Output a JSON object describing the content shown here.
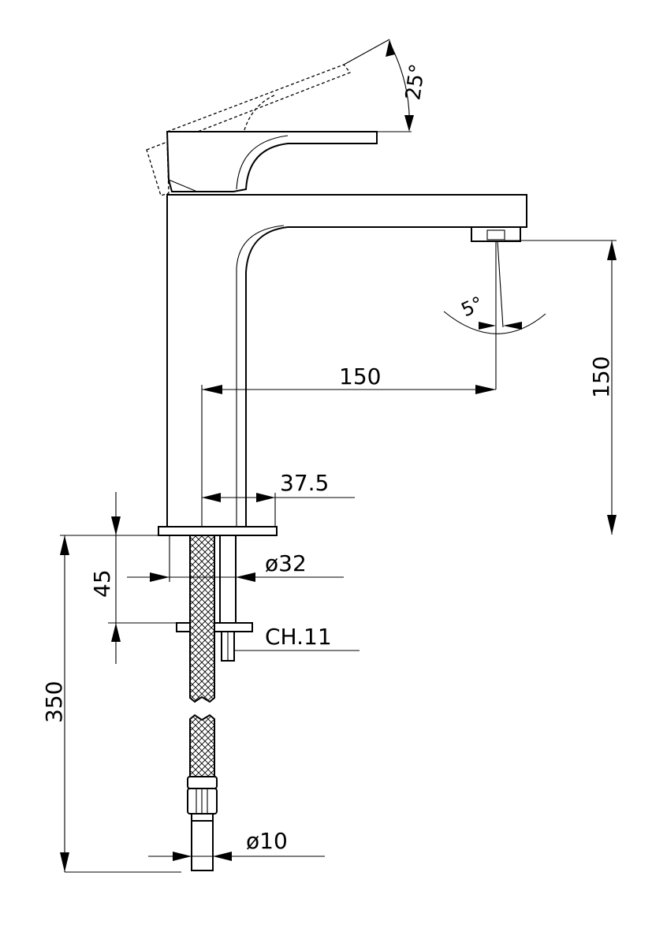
{
  "drawing": {
    "dimensions": {
      "lever_angle": "25°",
      "spout_angle": "5°",
      "spout_reach": "150",
      "spout_height": "150",
      "body_offset": "37.5",
      "base_height": "45",
      "hole_diameter": "ø32",
      "nut_size": "CH.11",
      "total_length": "350",
      "hose_diameter": "ø10"
    }
  }
}
